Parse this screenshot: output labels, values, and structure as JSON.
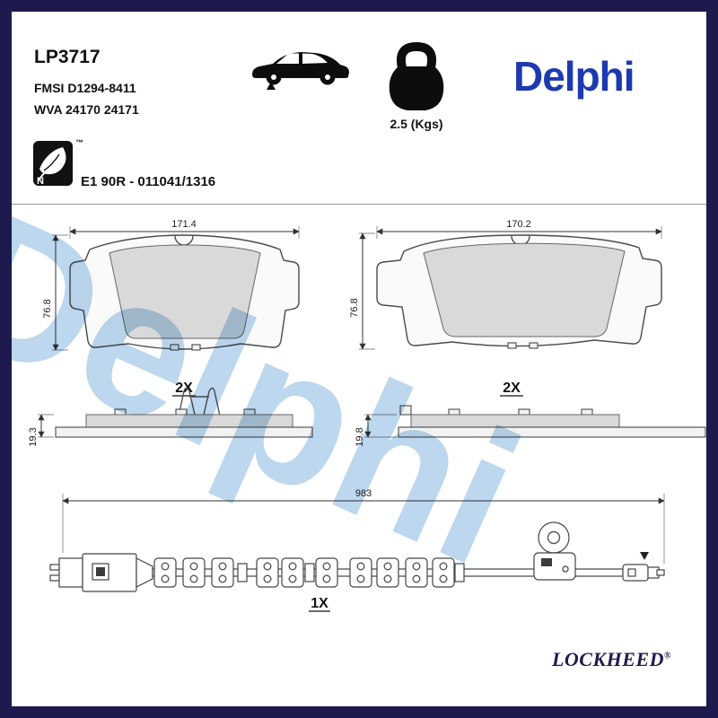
{
  "header": {
    "part_number": "LP3717",
    "fmsi_code": "FMSI D1294-8411",
    "wva_code": "WVA 24170 24171",
    "weight": "2.5 (Kgs)",
    "brand_logo": "Delphi",
    "eco_mark_letter": "N",
    "eco_trademark": "™",
    "homologation": "E1 90R - 011041/1316"
  },
  "watermark": "Delphi",
  "drawings": {
    "pad_left": {
      "width": "171.4",
      "height": "76.8",
      "thickness": "19.3",
      "qty": "2X"
    },
    "pad_right": {
      "width": "170.2",
      "height": "76.8",
      "thickness": "19.8",
      "qty": "2X"
    },
    "sensor": {
      "length": "983",
      "qty": "1X"
    }
  },
  "footer": {
    "brand": "LOCKHEED",
    "registered": "®"
  },
  "colors": {
    "frame_navy": "#1f1a4e",
    "delphi_blue": "#1d3ab0",
    "watermark_blue": "#bcd7ee",
    "pad_fill": "#d9d9d9"
  }
}
